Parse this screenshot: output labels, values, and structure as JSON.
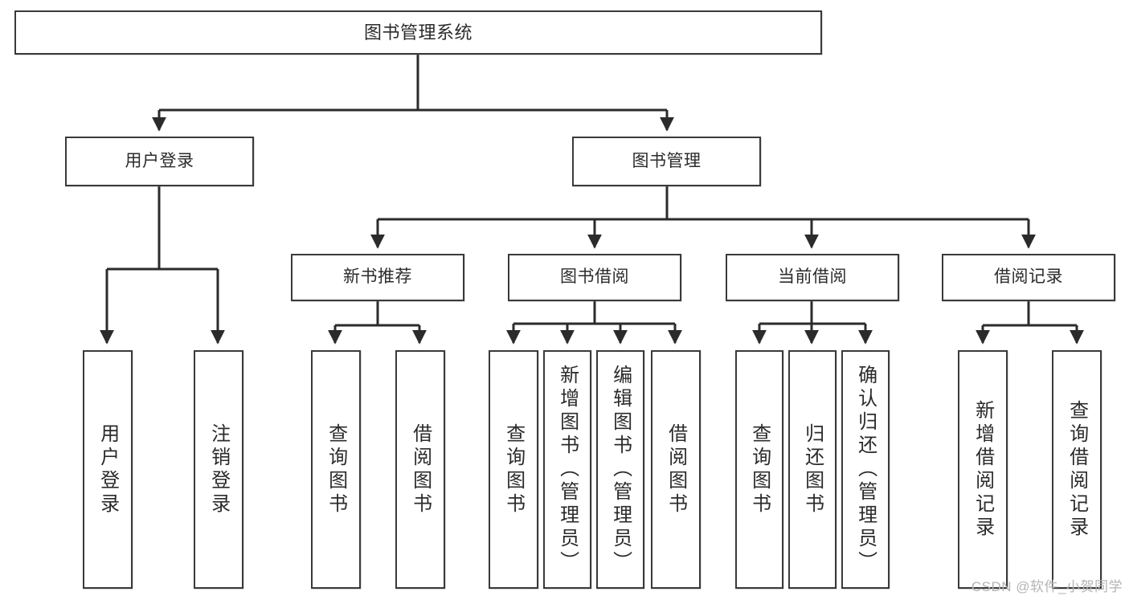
{
  "diagram": {
    "title": "图书管理系统",
    "type": "功能结构图",
    "watermark": "CSDN @软件_小贺同学",
    "colors": {
      "box_border": "#3a3a3a",
      "box_fill": "#ffffff",
      "edge": "#2b2b2b",
      "text": "#2b2b2b",
      "watermark": "#b4b4b4",
      "background": "#ffffff"
    },
    "nodes": {
      "root": {
        "label": "图书管理系统"
      },
      "level2": [
        {
          "id": "user-login",
          "label": "用户登录"
        },
        {
          "id": "book-management",
          "label": "图书管理"
        }
      ],
      "level3": [
        {
          "id": "new-book-recommend",
          "label": "新书推荐"
        },
        {
          "id": "book-borrow",
          "label": "图书借阅"
        },
        {
          "id": "current-borrow",
          "label": "当前借阅"
        },
        {
          "id": "borrow-record",
          "label": "借阅记录"
        }
      ],
      "leaves": {
        "user_login": [
          {
            "id": "leaf-user-login",
            "label": "用户登录"
          },
          {
            "id": "leaf-user-logout",
            "label": "注销登录"
          }
        ],
        "new_book_recommend": [
          {
            "id": "leaf-query-book-1",
            "label": "查询图书"
          },
          {
            "id": "leaf-borrow-book-1",
            "label": "借阅图书"
          }
        ],
        "book_borrow": [
          {
            "id": "leaf-query-book-2",
            "label": "查询图书"
          },
          {
            "id": "leaf-add-book",
            "label": "新增图书（管理员）"
          },
          {
            "id": "leaf-edit-book",
            "label": "编辑图书（管理员）"
          },
          {
            "id": "leaf-borrow-book-2",
            "label": "借阅图书"
          }
        ],
        "current_borrow": [
          {
            "id": "leaf-query-book-3",
            "label": "查询图书"
          },
          {
            "id": "leaf-return-book",
            "label": "归还图书"
          },
          {
            "id": "leaf-confirm-return",
            "label": "确认归还（管理员）"
          }
        ],
        "borrow_record": [
          {
            "id": "leaf-add-record",
            "label": "新增借阅记录"
          },
          {
            "id": "leaf-query-record",
            "label": "查询借阅记录"
          }
        ]
      }
    }
  }
}
